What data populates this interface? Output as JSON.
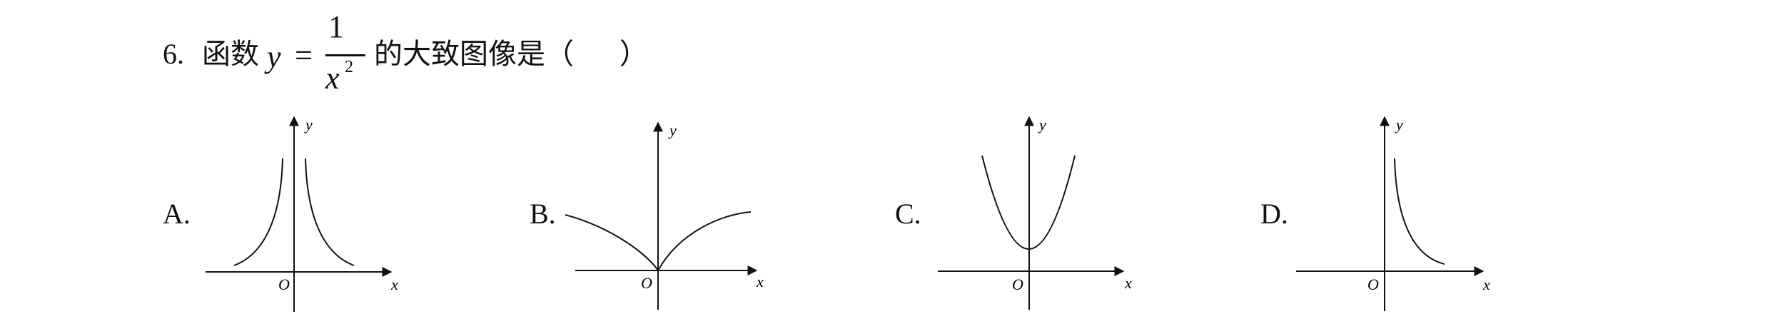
{
  "question": {
    "number": "6.",
    "prefix": "函数",
    "y_var": "y",
    "equals": "=",
    "numerator": "1",
    "denominator_var": "x",
    "denominator_exp": "2",
    "suffix": "的大致图像是（",
    "close_paren": "）"
  },
  "options": [
    {
      "label": "A.",
      "x_axis": "x",
      "y_axis": "y",
      "origin": "O",
      "curve": "two-branches-above-axis-asymptote-x0"
    },
    {
      "label": "B.",
      "x_axis": "x",
      "y_axis": "y",
      "origin": "O",
      "curve": "concave-down-through-origin"
    },
    {
      "label": "C.",
      "x_axis": "x",
      "y_axis": "y",
      "origin": "O",
      "curve": "upward-parabola-above-axis"
    },
    {
      "label": "D.",
      "x_axis": "x",
      "y_axis": "y",
      "origin": "O",
      "curve": "single-branch-first-quadrant"
    }
  ]
}
